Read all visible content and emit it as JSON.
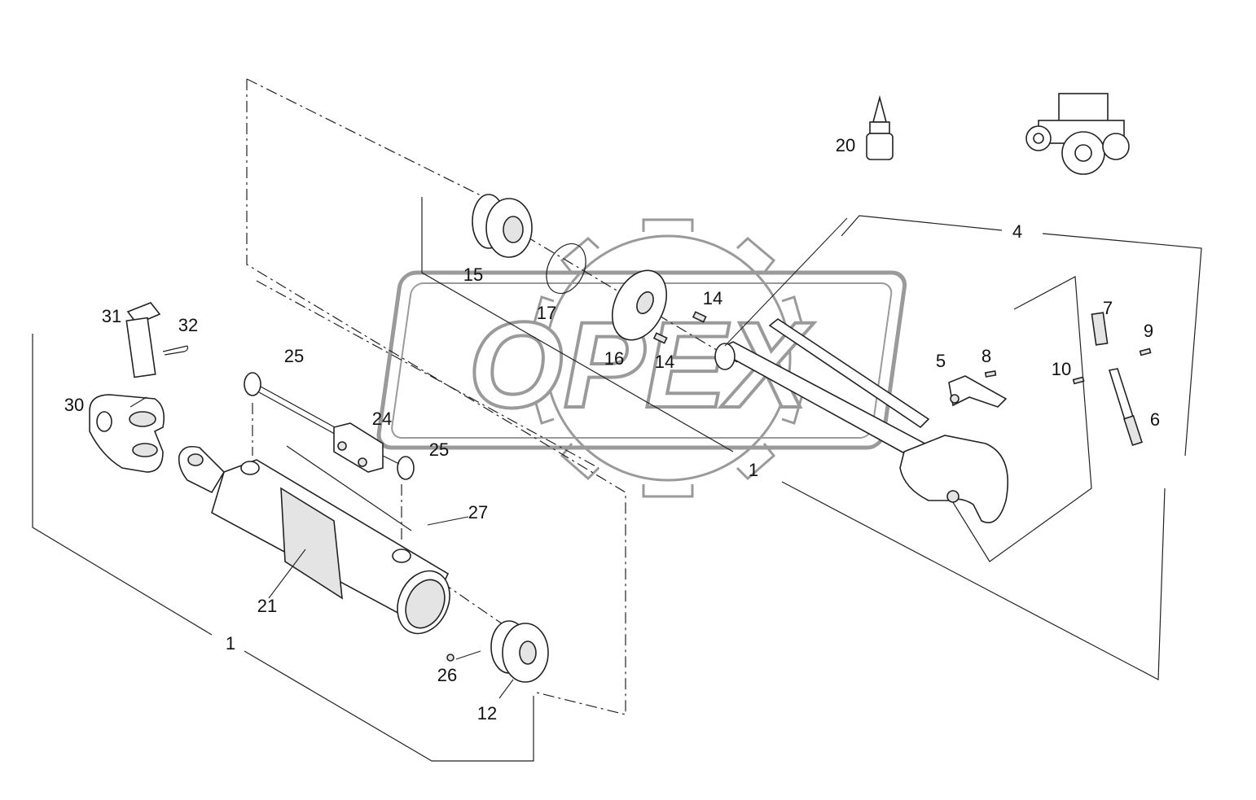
{
  "watermark": {
    "text": "OPEX",
    "color": "#9a9a9a"
  },
  "callouts": [
    {
      "id": "c-20",
      "text": "20"
    },
    {
      "id": "c-4",
      "text": "4"
    },
    {
      "id": "c-15",
      "text": "15"
    },
    {
      "id": "c-14a",
      "text": "14"
    },
    {
      "id": "c-17",
      "text": "17"
    },
    {
      "id": "c-16",
      "text": "16"
    },
    {
      "id": "c-14b",
      "text": "14"
    },
    {
      "id": "c-7",
      "text": "7"
    },
    {
      "id": "c-9",
      "text": "9"
    },
    {
      "id": "c-10",
      "text": "10"
    },
    {
      "id": "c-5",
      "text": "5"
    },
    {
      "id": "c-8",
      "text": "8"
    },
    {
      "id": "c-6",
      "text": "6"
    },
    {
      "id": "c-31",
      "text": "31"
    },
    {
      "id": "c-32",
      "text": "32"
    },
    {
      "id": "c-30",
      "text": "30"
    },
    {
      "id": "c-25a",
      "text": "25"
    },
    {
      "id": "c-24",
      "text": "24"
    },
    {
      "id": "c-25b",
      "text": "25"
    },
    {
      "id": "c-1a",
      "text": "1"
    },
    {
      "id": "c-27",
      "text": "27"
    },
    {
      "id": "c-21",
      "text": "21"
    },
    {
      "id": "c-1b",
      "text": "1"
    },
    {
      "id": "c-26",
      "text": "26"
    },
    {
      "id": "c-12",
      "text": "12"
    }
  ]
}
